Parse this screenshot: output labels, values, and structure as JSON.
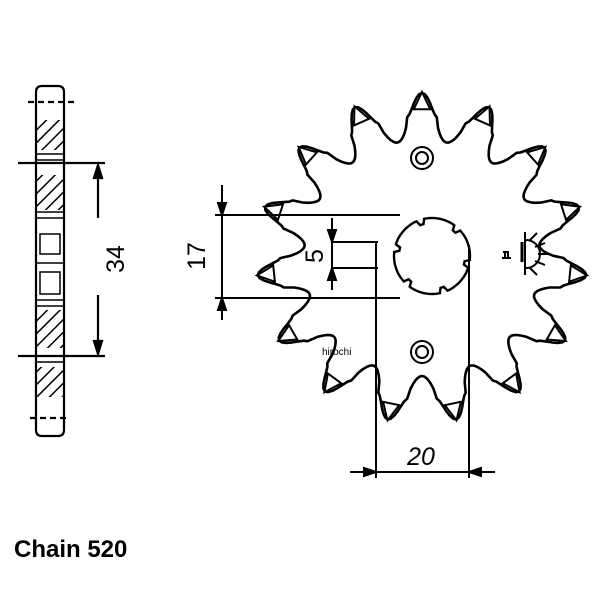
{
  "drawing": {
    "subject": "front sprocket technical drawing",
    "teeth_count": 15,
    "dimensions": {
      "side_bore_height": "34",
      "spline_outer_span": "17",
      "spline_width": "5",
      "bolt_hole_spacing": "20"
    },
    "watermark": "hirochi",
    "symbol": "sprocket-orientation-mark-icon",
    "caption": "Chain 520"
  },
  "colors": {
    "line": "#000000",
    "background": "#ffffff"
  }
}
